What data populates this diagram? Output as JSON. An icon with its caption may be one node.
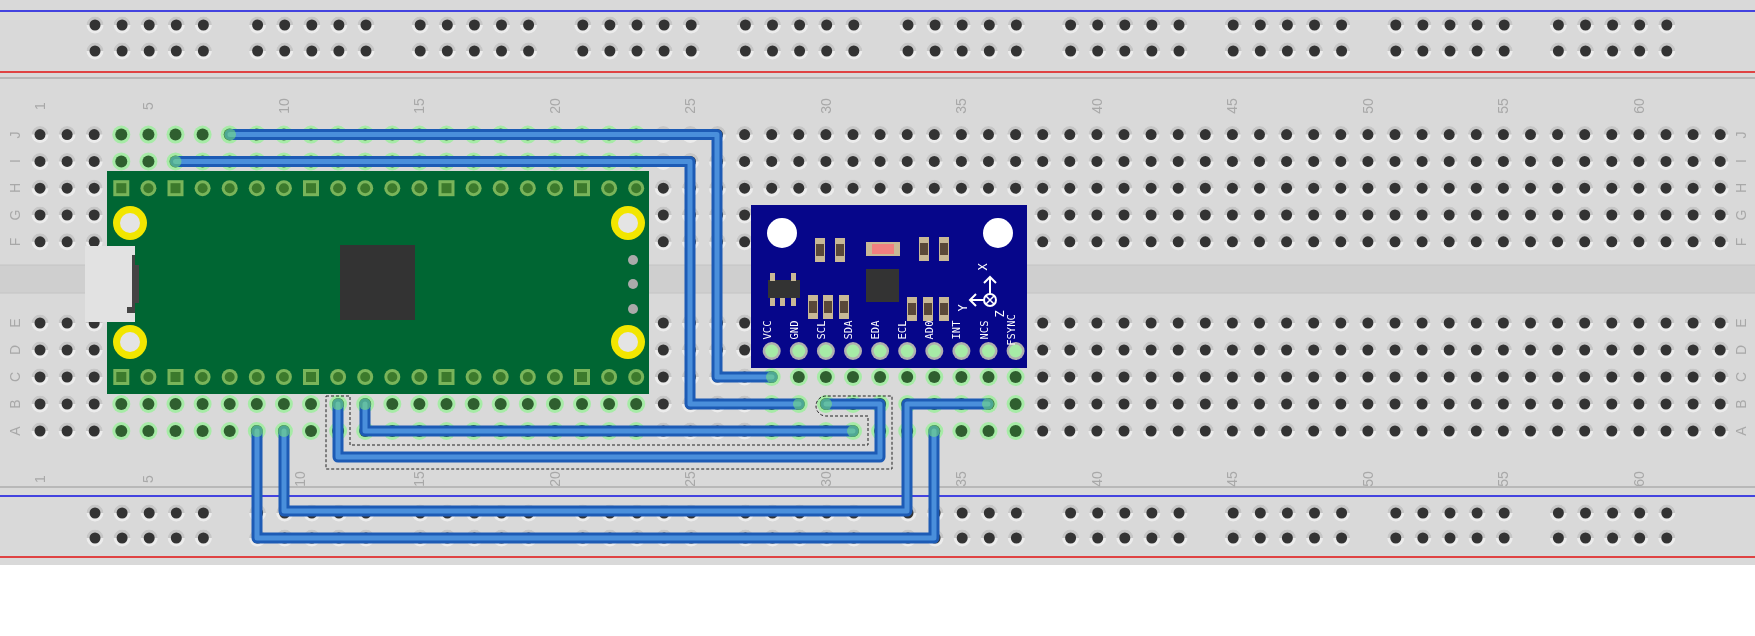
{
  "diagram": {
    "nodes": [
      {
        "text": [],
        "shape": "picture"
      },
      {
        "text": [
          "X",
          "Y",
          "Z",
          "VCC",
          "GND",
          "SCL",
          "SDA",
          "EDA",
          "ECL",
          "AD0",
          "INT",
          "NCS",
          "FSYNC"
        ]
      }
    ],
    "labels": [
      "1",
      "5",
      "10",
      "15",
      "20",
      "25",
      "30",
      "35",
      "40",
      "45",
      "50",
      "55",
      "60",
      "J",
      "J",
      "I",
      "I",
      "H",
      "H",
      "G",
      "G",
      "F",
      "F",
      "E",
      "E",
      "D",
      "D",
      "C",
      "C",
      "B",
      "B",
      "A",
      "A",
      "1",
      "5",
      "10",
      "15",
      "20",
      "25",
      "30",
      "35",
      "40",
      "45",
      "50",
      "55",
      "60"
    ]
  }
}
